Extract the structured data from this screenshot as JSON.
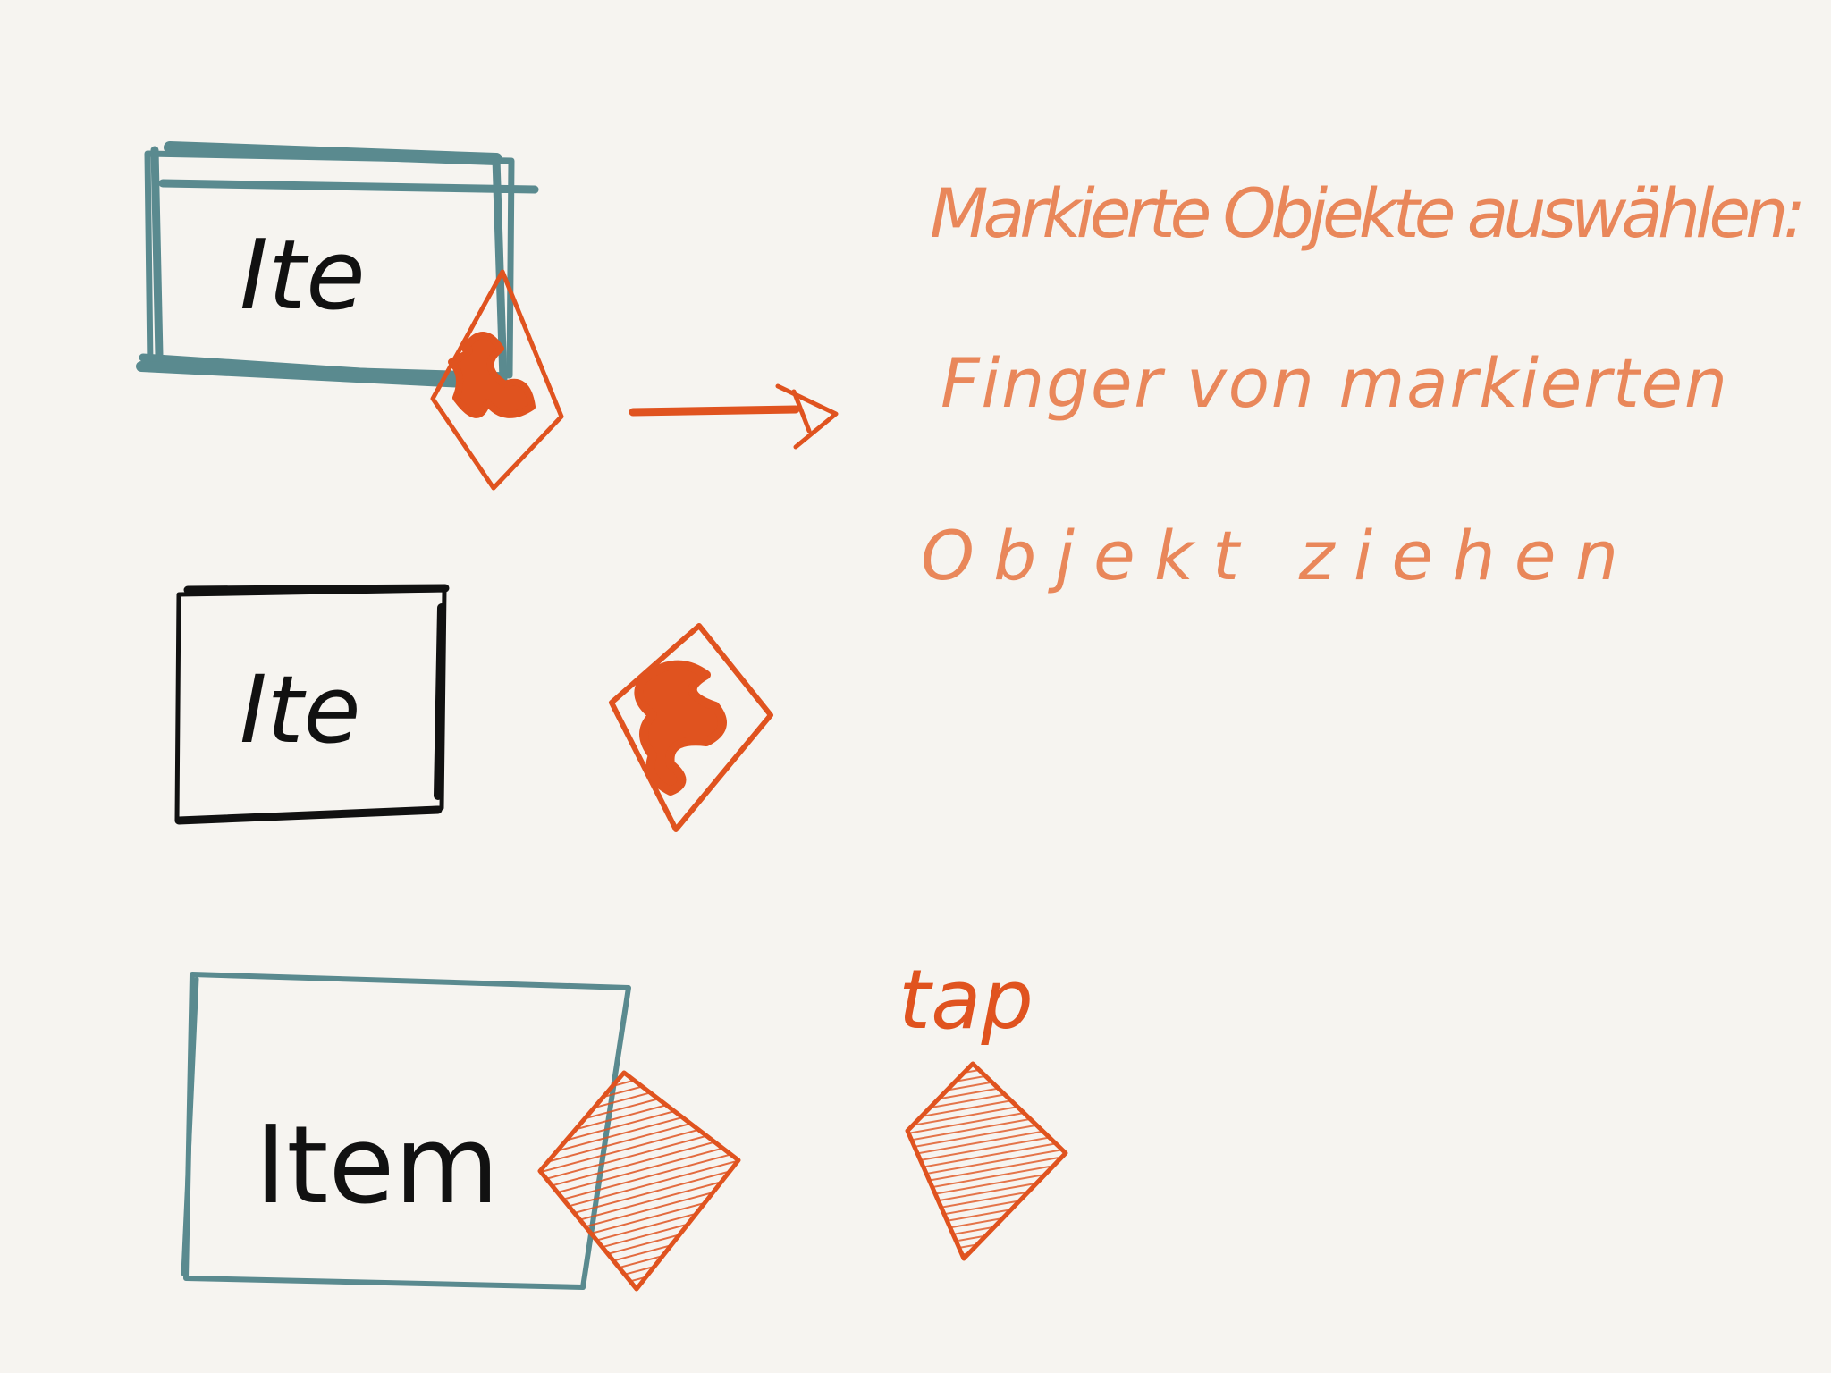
{
  "sketch": {
    "item_label_1": "Ite",
    "item_label_2": "Ite",
    "item_label_3": "Item",
    "annotation_tap": "tap",
    "note_lines": [
      "Markierte Objekte auswählen:",
      "Finger von markierten",
      "Objekt ziehen"
    ]
  },
  "colors": {
    "background": "#f6f4f0",
    "teal": "#5a8a8f",
    "orange": "#e0531f",
    "orange_light": "#e9875a",
    "ink": "#111111"
  }
}
